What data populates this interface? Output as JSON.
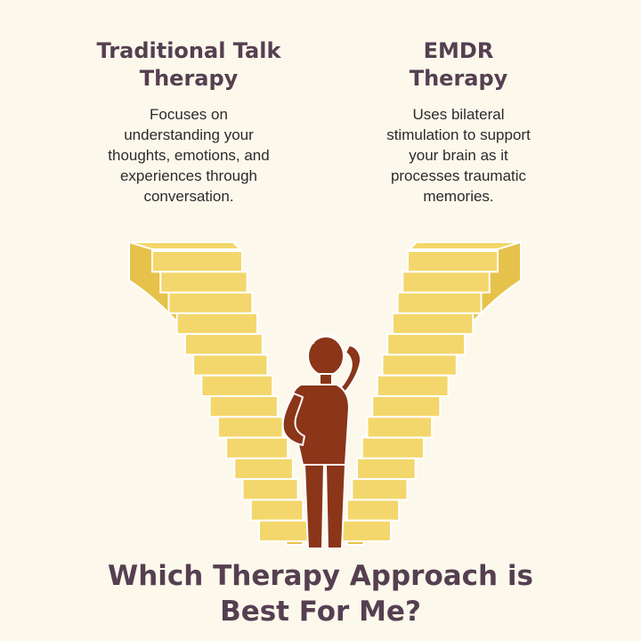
{
  "left": {
    "title_line1": "Traditional Talk",
    "title_line2": "Therapy",
    "desc_lines": [
      "Focuses on",
      "understanding your",
      "thoughts, emotions, and",
      "experiences through",
      "conversation."
    ]
  },
  "right": {
    "title_line1": "EMDR",
    "title_line2": "Therapy",
    "desc_lines": [
      "Uses bilateral",
      "stimulation to support",
      "your brain as it",
      "processes traumatic",
      "memories."
    ]
  },
  "question": {
    "line1": "Which Therapy Approach is",
    "line2": "Best For Me?"
  },
  "colors": {
    "background": "#fcf8ec",
    "heading": "#553f50",
    "stairs": "#e6c24a",
    "stair_step": "#f3d76c",
    "person": "#8b3519",
    "outline": "#ffffff"
  },
  "illustration": {
    "left_stair_steps": 14,
    "right_stair_steps": 14,
    "icons": [
      "left-staircase",
      "right-staircase",
      "person-thinking"
    ]
  }
}
